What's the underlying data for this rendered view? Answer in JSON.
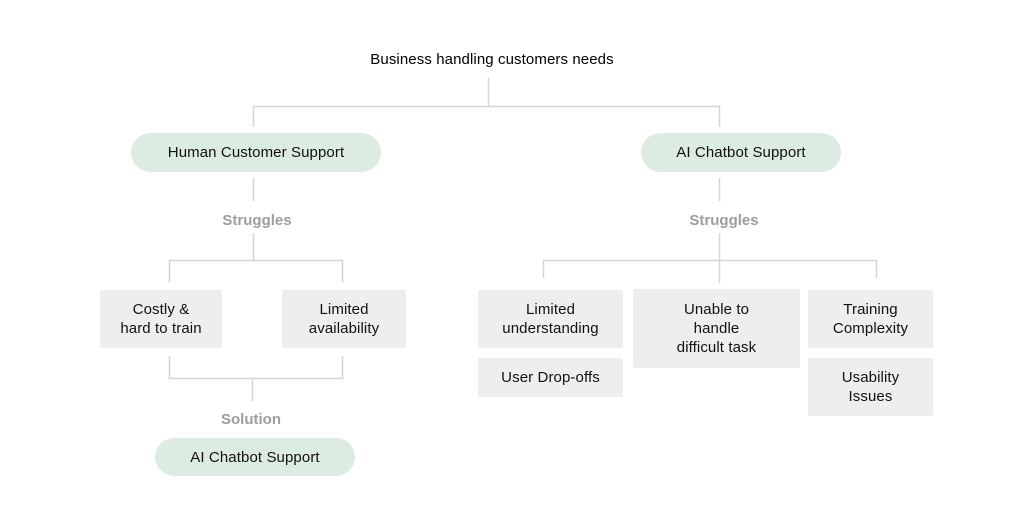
{
  "title": "Business handling customers needs",
  "colors": {
    "background": "#ffffff",
    "pill_bg": "#dcece2",
    "box_bg": "#eeeeee",
    "line": "#d5d5d5",
    "muted_label": "#9e9e9e",
    "node_text": "#111111",
    "title_text": "#000000"
  },
  "left_branch": {
    "pill": "Human Customer Support",
    "struggles_label": "Struggles",
    "struggle_items": [
      "Costly &\nhard to train",
      "Limited\navailability"
    ],
    "solution_label": "Solution",
    "solution_pill": "AI Chatbot Support"
  },
  "right_branch": {
    "pill": "AI Chatbot Support",
    "struggles_label": "Struggles",
    "struggle_items": [
      "Limited\nunderstanding",
      "User Drop-offs",
      "Unable to\nhandle\ndifficult task",
      "Training\nComplexity",
      "Usability\nIssues"
    ]
  }
}
